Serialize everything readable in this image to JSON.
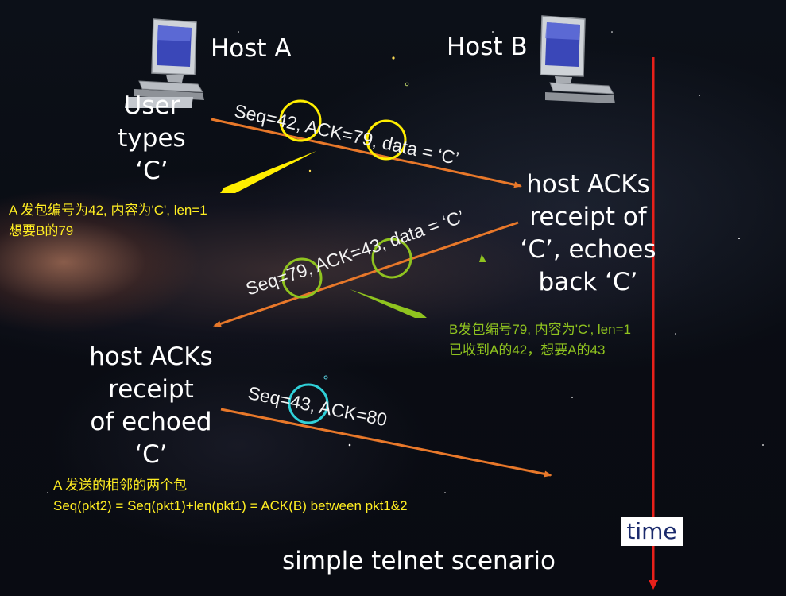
{
  "hosts": {
    "a": "Host A",
    "b": "Host B"
  },
  "events": {
    "user_types": "User\ntypes\n‘C’",
    "host_b_acks": "host ACKs\nreceipt of\n‘C’, echoes\nback ‘C’",
    "host_a_acks": "host ACKs\nreceipt\nof echoed\n‘C’"
  },
  "segments": {
    "seg1": "Seq=42, ACK=79, data = ‘C’",
    "seg2": "Seq=79, ACK=43, data = ‘C’",
    "seg3": "Seq=43, ACK=80"
  },
  "notes": {
    "a_send_line1": "A 发包编号为42, 内容为'C', len=1",
    "a_send_line2": "想要B的79",
    "b_send_line1": "B发包编号79, 内容为'C', len=1",
    "b_send_line2": "已收到A的42，想要A的43",
    "adjacent_line1": "A 发送的相邻的两个包",
    "adjacent_line2": "Seq(pkt2) = Seq(pkt1)+len(pkt1) = ACK(B) between pkt1&2"
  },
  "time_label": "time",
  "caption": "simple telnet scenario",
  "colors": {
    "segment_arrow": "#e8782a",
    "time_arrow": "#e8201a",
    "highlight_yellow": "#ffee00",
    "highlight_green": "#8fc31f",
    "highlight_cyan": "#2fd0d8"
  },
  "icons": {
    "host_a": "desktop-computer-icon",
    "host_b": "desktop-computer-icon"
  }
}
